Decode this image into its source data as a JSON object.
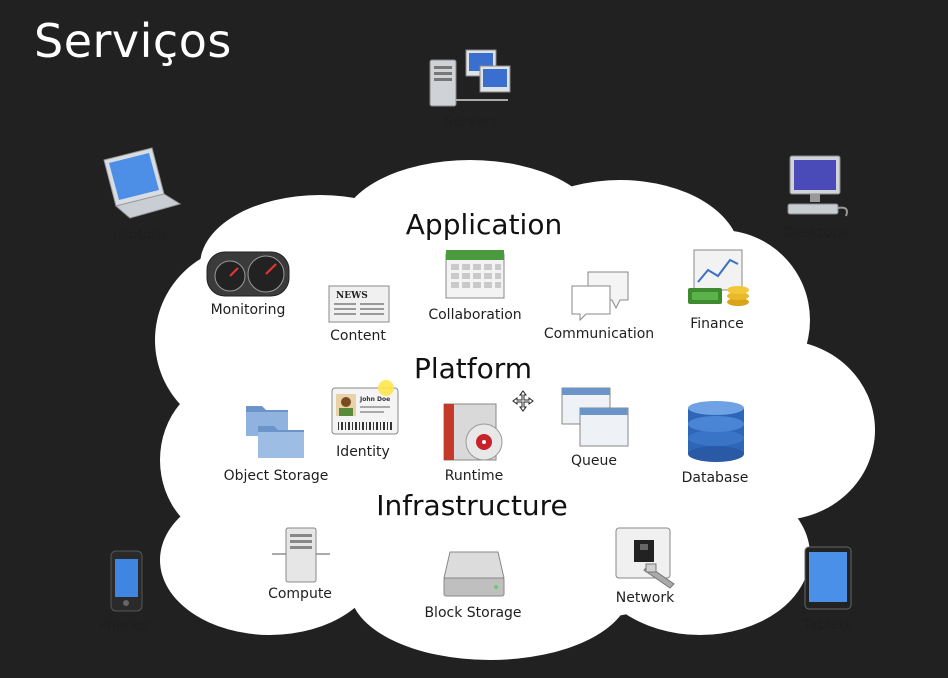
{
  "title": "Serviços",
  "devices": {
    "servers": "Servers",
    "laptops": "Laptops",
    "desktops": "Desktops",
    "phones": "Phones",
    "tablets": "Tablets"
  },
  "sections": {
    "application": "Application",
    "platform": "Platform",
    "infrastructure": "Infrastructure"
  },
  "application_items": {
    "monitoring": "Monitoring",
    "content": "Content",
    "collaboration": "Collaboration",
    "communication": "Communication",
    "finance": "Finance"
  },
  "platform_items": {
    "object_storage": "Object Storage",
    "identity": "Identity",
    "runtime": "Runtime",
    "queue": "Queue",
    "database": "Database"
  },
  "infrastructure_items": {
    "compute": "Compute",
    "block_storage": "Block Storage",
    "network": "Network"
  },
  "icon_text": {
    "news": "NEWS",
    "john_doe": "John Doe"
  },
  "colors": {
    "background": "#222121",
    "cloud": "#ffffff",
    "title": "#ffffff"
  }
}
